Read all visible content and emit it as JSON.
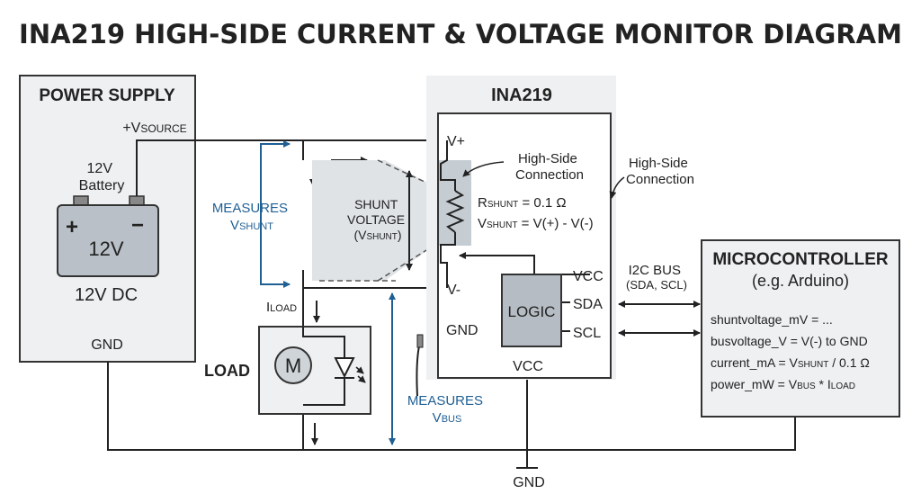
{
  "title": "INA219 HIGH-SIDE CURRENT & VOLTAGE MONITOR DIAGRAM",
  "power_supply": {
    "label": "POWER SUPPLY",
    "vsource_prefix": "+V",
    "vsource_sub": "SOURCE",
    "battery_line1": "12V",
    "battery_line2": "Battery",
    "battery_plus": "+",
    "battery_minus": "−",
    "battery_value": "12V",
    "dc_label": "12V DC",
    "gnd_label": "GND"
  },
  "current": {
    "i_prefix": "I",
    "i_sub": "LOAD"
  },
  "measures_shunt": {
    "line1": "MEASURES",
    "prefix": "V",
    "sub": "SHUNT"
  },
  "shunt_voltage": {
    "line1": "SHUNT",
    "line2": "VOLTAGE",
    "line3_open": "(V",
    "line3_sub": "SHUNT",
    "line3_close": ")"
  },
  "ina219": {
    "label": "INA219",
    "vplus": "V+",
    "vminus": "V-",
    "gnd": "GND",
    "vcc_bottom": "VCC",
    "hs_line1": "High-Side",
    "hs_line2": "Connection",
    "rshunt_prefix": "R",
    "rshunt_sub": "SHUNT",
    "rshunt_value": " = 0.1 Ω",
    "vshunt_prefix": "V",
    "vshunt_sub": "SHUNT",
    "vshunt_value": " = V(+) - V(-)",
    "logic": "LOGIC",
    "pin_vcc": "VCC",
    "pin_sda": "SDA",
    "pin_scl": "SCL"
  },
  "outer_highside": {
    "line1": "High-Side",
    "line2": "Connection"
  },
  "i2c": {
    "line1": "I2C BUS",
    "line2": "(SDA, SCL)"
  },
  "load": {
    "label": "LOAD",
    "motor": "M"
  },
  "measures_bus": {
    "line1": "MEASURES",
    "prefix": "V",
    "sub": "BUS"
  },
  "mcu": {
    "title": "MICROCONTROLLER",
    "subtitle": "(e.g. Arduino)",
    "line1": "shuntvoltage_mV = ...",
    "line2": "busvoltage_V = V(-) to GND",
    "line3_a": "current_mA = V",
    "line3_sub": "SHUNT",
    "line3_b": " / 0.1 Ω",
    "line4_a": "power_mW = V",
    "line4_sub1": "BUS",
    "line4_b": " * I",
    "line4_sub2": "LOAD"
  },
  "bottom_gnd": "GND"
}
